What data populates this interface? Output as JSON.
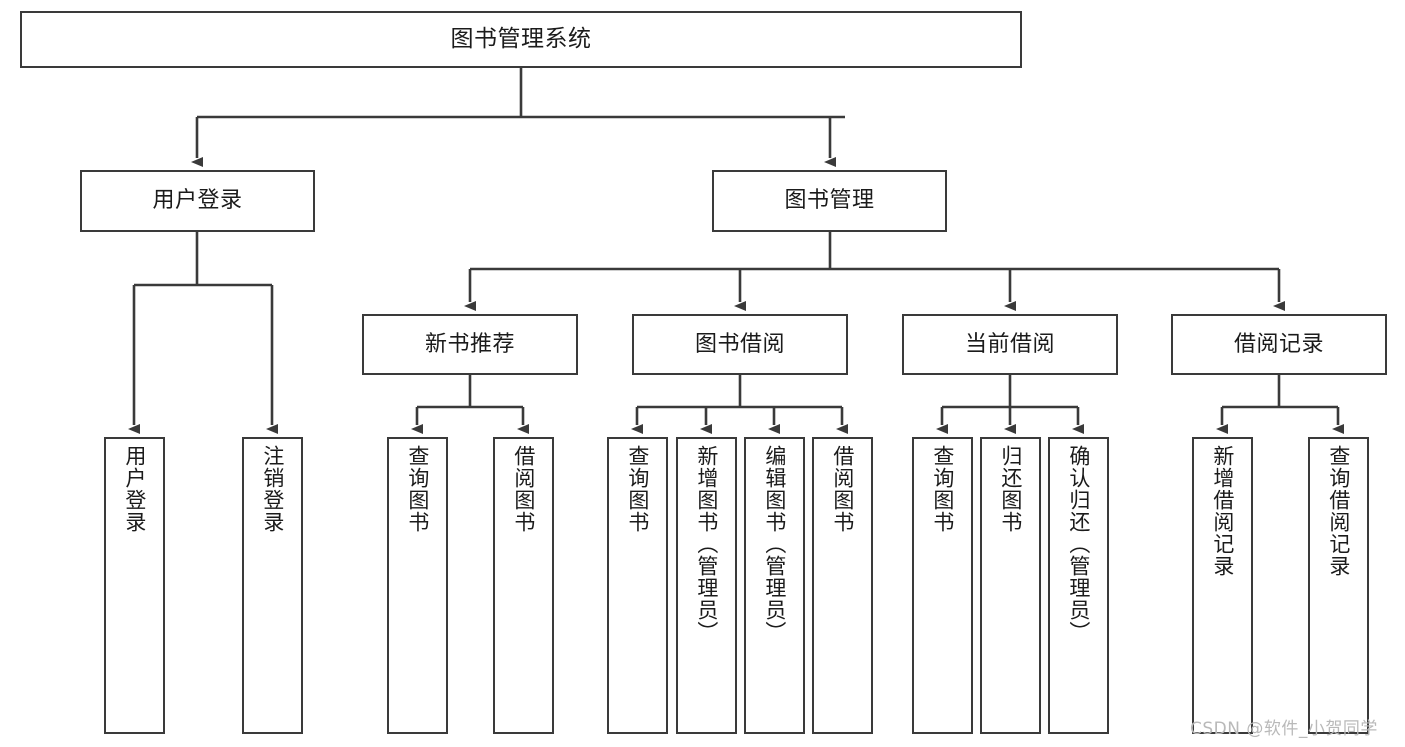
{
  "diagram": {
    "title": "图书管理系统",
    "watermark": "CSDN @软件_小贺同学",
    "line_color": "#3a3a3a",
    "text_color": "#1b1b1b",
    "background": "#ffffff",
    "nodes": {
      "root": "图书管理系统",
      "tier2": {
        "user_login": "用户登录",
        "book_manage": "图书管理"
      },
      "tier3": {
        "new_book_rec": "新书推荐",
        "book_borrow": "图书借阅",
        "current_borrow": "当前借阅",
        "borrow_record": "借阅记录"
      },
      "leaves": {
        "login_1": "用户登录",
        "login_2": "注销登录",
        "newrec_1": "查询图书",
        "newrec_2": "借阅图书",
        "borrow_1": "查询图书",
        "borrow_2": "新增图书（管理员）",
        "borrow_3": "编辑图书（管理员）",
        "borrow_4": "借阅图书",
        "current_1": "查询图书",
        "current_2": "归还图书",
        "current_3": "确认归还（管理员）",
        "record_1": "新增借阅记录",
        "record_2": "查询借阅记录"
      }
    }
  }
}
